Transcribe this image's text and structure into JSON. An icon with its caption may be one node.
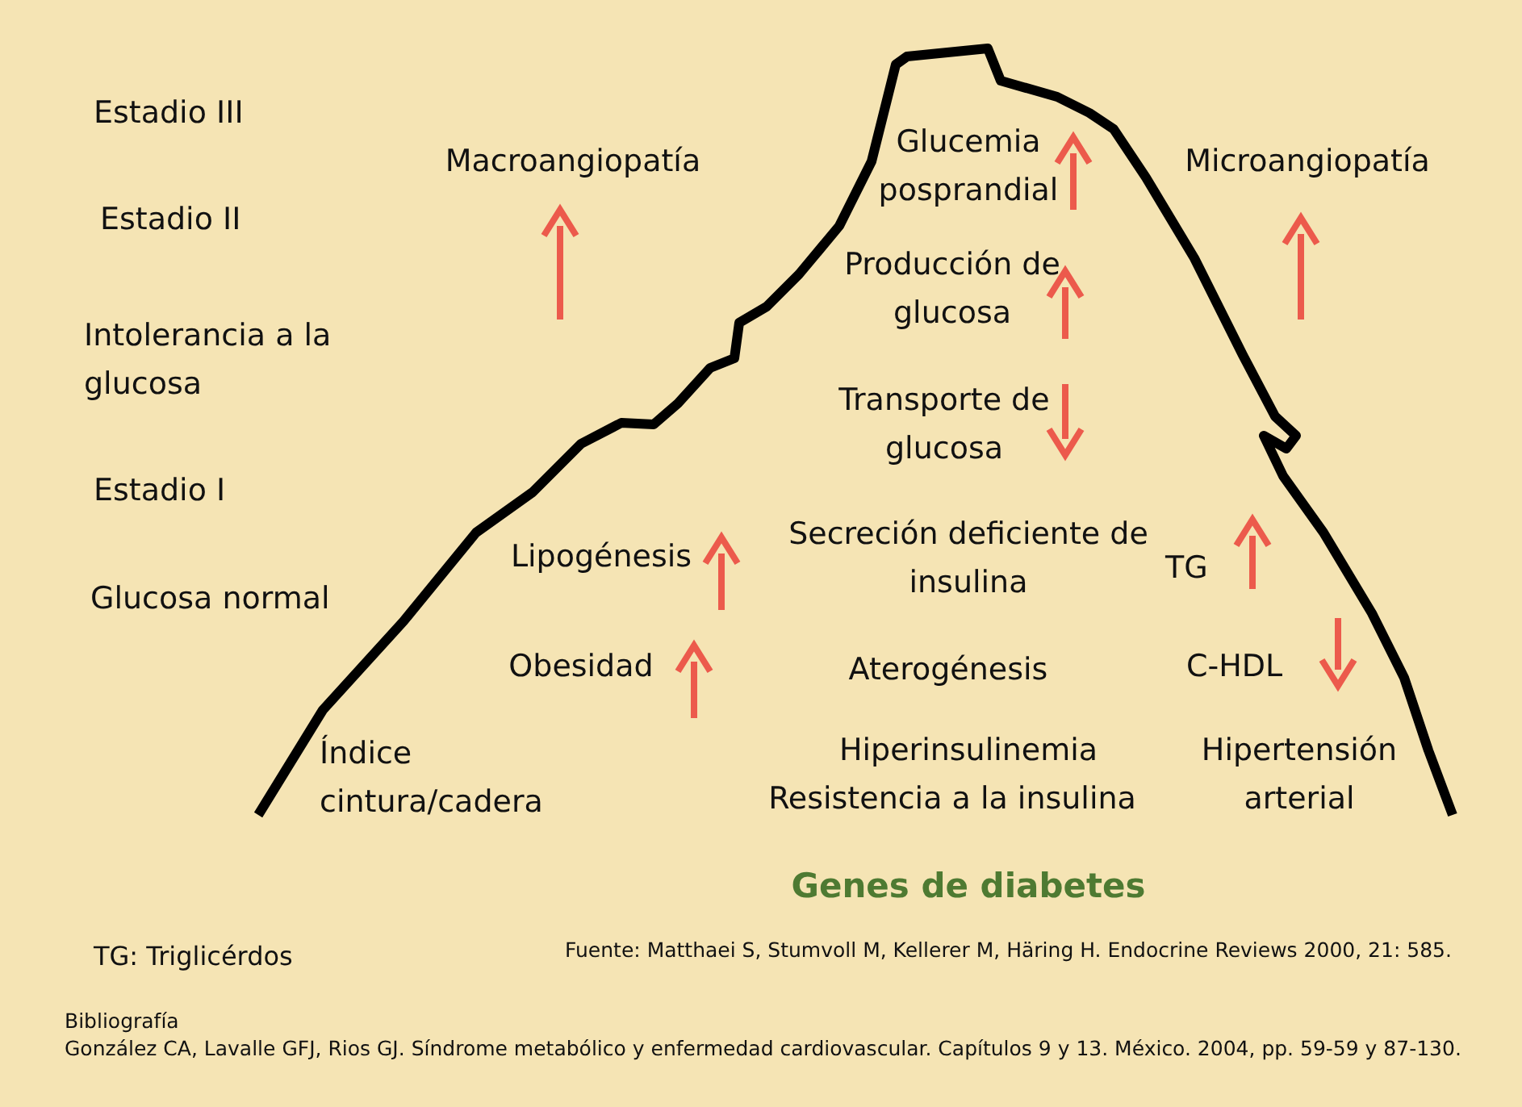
{
  "diagram": {
    "labels": [
      "Estadio III",
      "Macroangiopatía",
      "Glucemia posprandial",
      "Microangiopatía",
      "Estadio II",
      "Producción de glucosa",
      "Intolerancia a la glucosa",
      "Transporte de glucosa",
      "Estadio I",
      "Lipogénesis",
      "Secreción deficiente de insulina",
      "TG",
      "Glucosa normal",
      "Obesidad",
      "C-HDL",
      "Aterogénesis",
      "Índice cintura/cadera",
      "Hiperinsulinemia",
      "Hipertensión arterial",
      "Resistencia a la insulina",
      "Genes de diabetes",
      "TG: Triglicérdos",
      "Fuente: Matthaei S, Stumvoll M, Kellerer M, Häring H. Endocrine Reviews 2000, 21: 585.",
      "Bibliografía",
      "González CA, Lavalle GFJ, Rios GJ. Síndrome metabólico y enfermedad cardiovascular. Capítulos 9 y 13. México. 2004, pp. 59-59 y 87-130."
    ]
  }
}
